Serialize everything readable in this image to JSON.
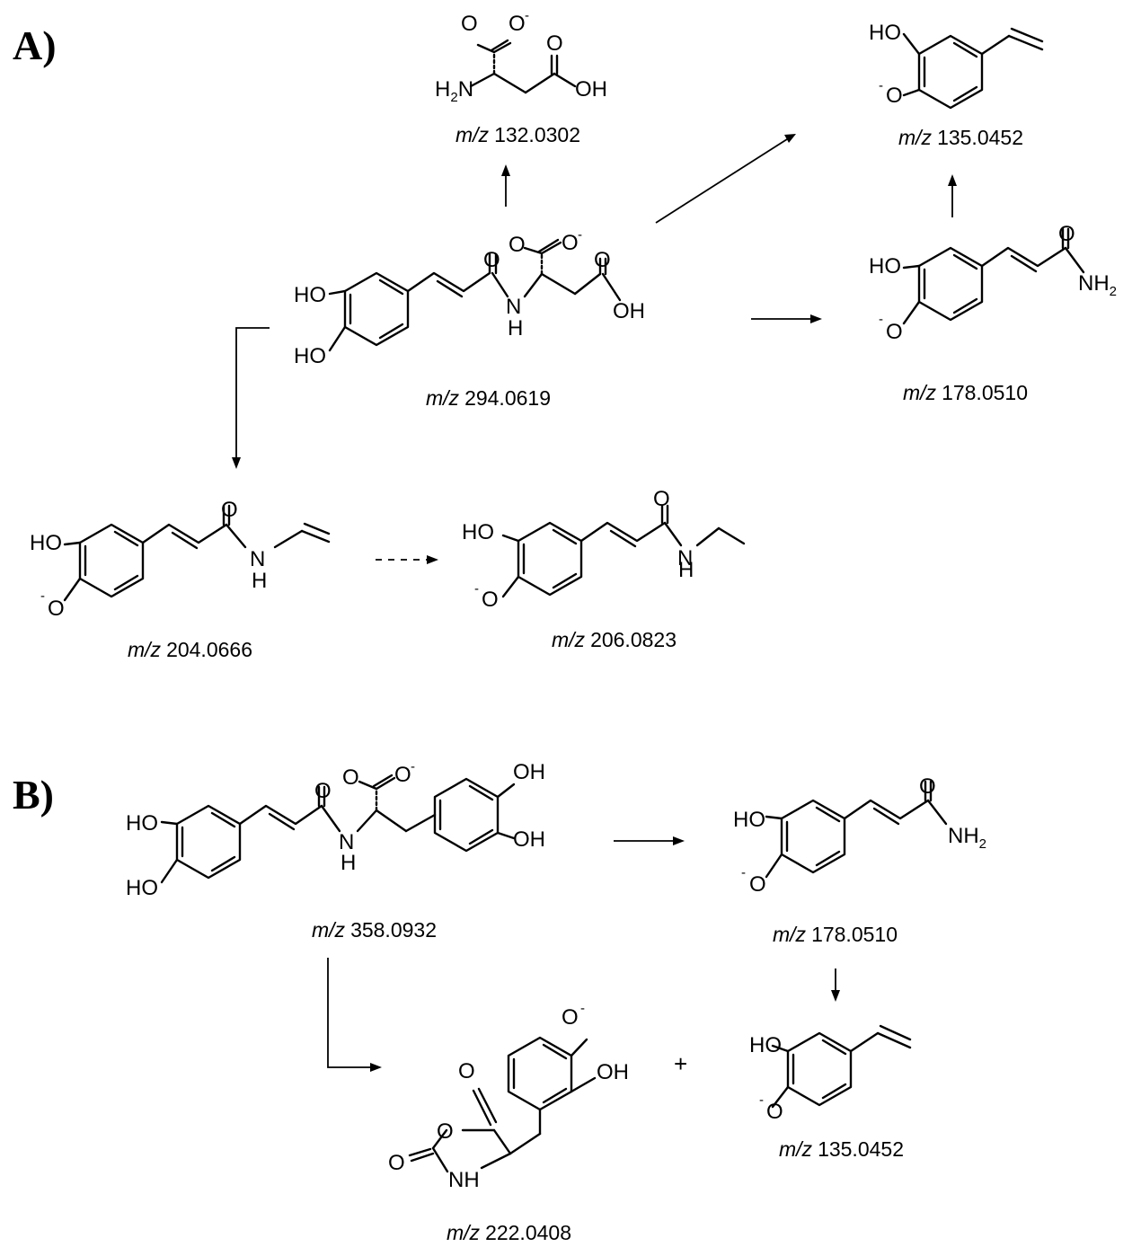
{
  "panels": {
    "a": "A)",
    "b": "B)"
  },
  "mz_prefix": "m/z",
  "a": {
    "parent": "294.0619",
    "aspartate": "132.0302",
    "vinylcatechol": "135.0452",
    "amide": "178.0510",
    "vinylamide": "204.0666",
    "ethylamide": "206.0823"
  },
  "b": {
    "parent": "358.0932",
    "amide": "178.0510",
    "vinylcatechol": "135.0452",
    "oxazolidinedione": "222.0408"
  },
  "plus_sign": "+",
  "atoms": {
    "HO": "HO",
    "OH": "OH",
    "O": "O",
    "N": "N",
    "H": "H",
    "NH": "NH",
    "minus": "-",
    "two": "2"
  }
}
